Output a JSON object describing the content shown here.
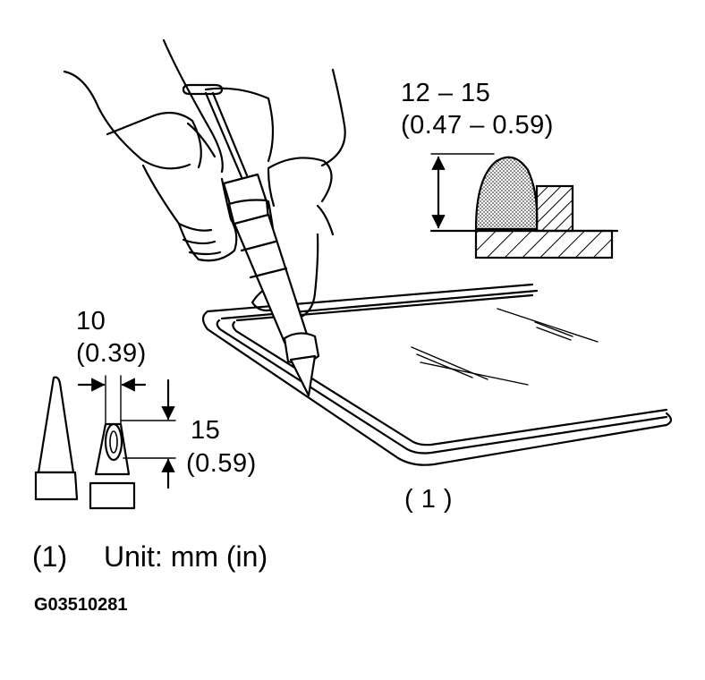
{
  "labels": {
    "bead_height_mm": "12 – 15",
    "bead_height_in": "(0.47 – 0.59)",
    "nozzle_width_mm": "10",
    "nozzle_width_in": "(0.39)",
    "nozzle_height_mm": "15",
    "nozzle_height_in": "(0.59)",
    "callout_1": "( 1 )",
    "legend_key": "(1)",
    "legend_unit": "Unit: mm (in)",
    "figure_id": "G03510281"
  },
  "colors": {
    "line": "#000000",
    "background": "#ffffff"
  }
}
